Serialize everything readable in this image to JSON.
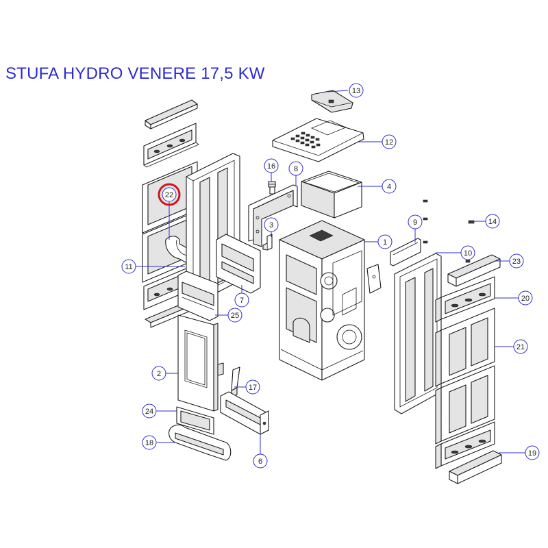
{
  "title": "STUFA HYDRO VENERE 17,5 KW",
  "colors": {
    "title": "#2b2bd0",
    "callout": "#2b2bd0",
    "highlight": "#d0141b",
    "line": "#1a1a1a"
  },
  "highlighted_part": "22",
  "callouts": [
    "1",
    "2",
    "3",
    "4",
    "6",
    "7",
    "8",
    "9",
    "10",
    "11",
    "12",
    "13",
    "14",
    "16",
    "17",
    "18",
    "19",
    "20",
    "21",
    "22",
    "23",
    "24",
    "25"
  ]
}
